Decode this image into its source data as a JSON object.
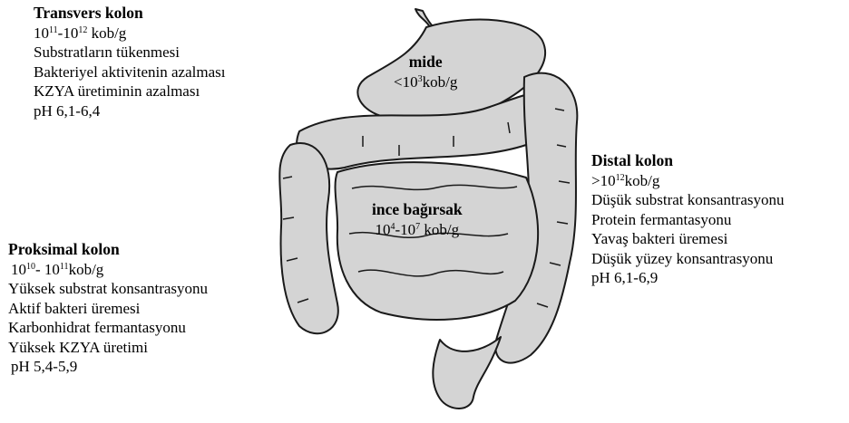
{
  "transvers": {
    "title": "Transvers kolon",
    "count": {
      "base1": "10",
      "exp1": "11",
      "sep": "-",
      "base2": "10",
      "exp2": "12",
      "unit": " kob/g"
    },
    "lines": [
      "Substratların tükenmesi",
      "Bakteriyel aktivitenin azalması",
      "KZYA üretiminin azalması",
      "pH 6,1-6,4"
    ]
  },
  "mide": {
    "title": "mide",
    "count": {
      "prefix": "<10",
      "exp": "3",
      "unit": "kob/g"
    }
  },
  "ince": {
    "title": "ince bağırsak",
    "count": {
      "base1": "10",
      "exp1": "4",
      "sep": "-",
      "base2": "10",
      "exp2": "7",
      "unit": " kob/g"
    }
  },
  "proksimal": {
    "title": "Proksimal kolon",
    "count": {
      "base1": "10",
      "exp1": "10",
      "sep": "- ",
      "base2": "10",
      "exp2": "11",
      "unit": "kob/g"
    },
    "lines": [
      "Yüksek substrat konsantrasyonu",
      "Aktif bakteri üremesi",
      "Karbonhidrat fermantasyonu",
      "Yüksek KZYA üretimi",
      "pH 5,4-5,9"
    ]
  },
  "distal": {
    "title": "Distal kolon",
    "count": {
      "prefix": ">10",
      "exp": "12",
      "unit": "kob/g"
    },
    "lines": [
      "Düşük substrat konsantrasyonu",
      "Protein fermantasyonu",
      "Yavaş bakteri üremesi",
      "Düşük yüzey konsantrasyonu",
      "pH 6,1-6,9"
    ]
  }
}
